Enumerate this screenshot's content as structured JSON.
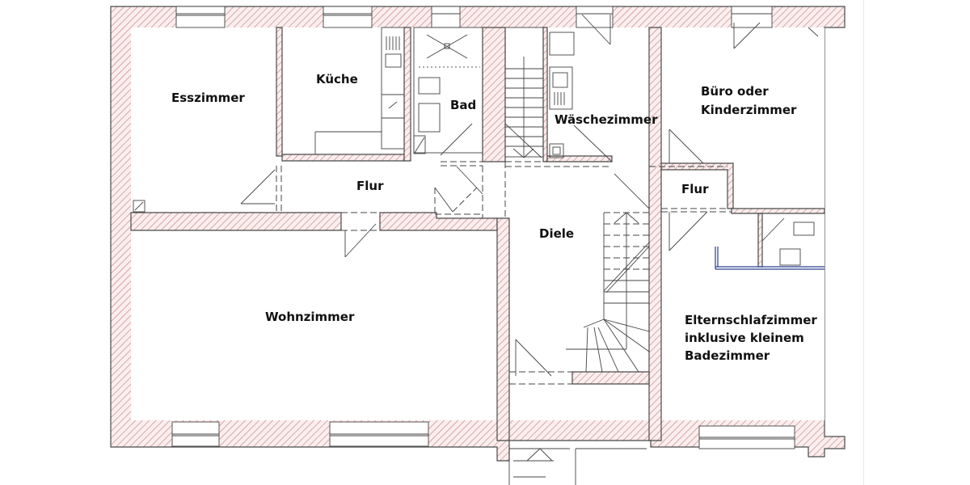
{
  "plan": {
    "type": "floor-plan",
    "wall_color": "#c98a8a",
    "line_color": "#333333",
    "rooms": [
      {
        "id": "esszimmer",
        "label": "Esszimmer"
      },
      {
        "id": "kueche",
        "label": "Küche"
      },
      {
        "id": "bad",
        "label": "Bad"
      },
      {
        "id": "waeschezimmer",
        "label": "Wäschezimmer"
      },
      {
        "id": "buero",
        "label_line1": "Büro oder",
        "label_line2": "Kinderzimmer"
      },
      {
        "id": "flur-left",
        "label": "Flur"
      },
      {
        "id": "flur-right",
        "label": "Flur"
      },
      {
        "id": "diele",
        "label": "Diele"
      },
      {
        "id": "wohnzimmer",
        "label": "Wohnzimmer"
      },
      {
        "id": "elternschlafzimmer",
        "label_line1": "Elternschlafzimmer",
        "label_line2": "inklusive kleinem",
        "label_line3": "Badezimmer"
      }
    ]
  }
}
